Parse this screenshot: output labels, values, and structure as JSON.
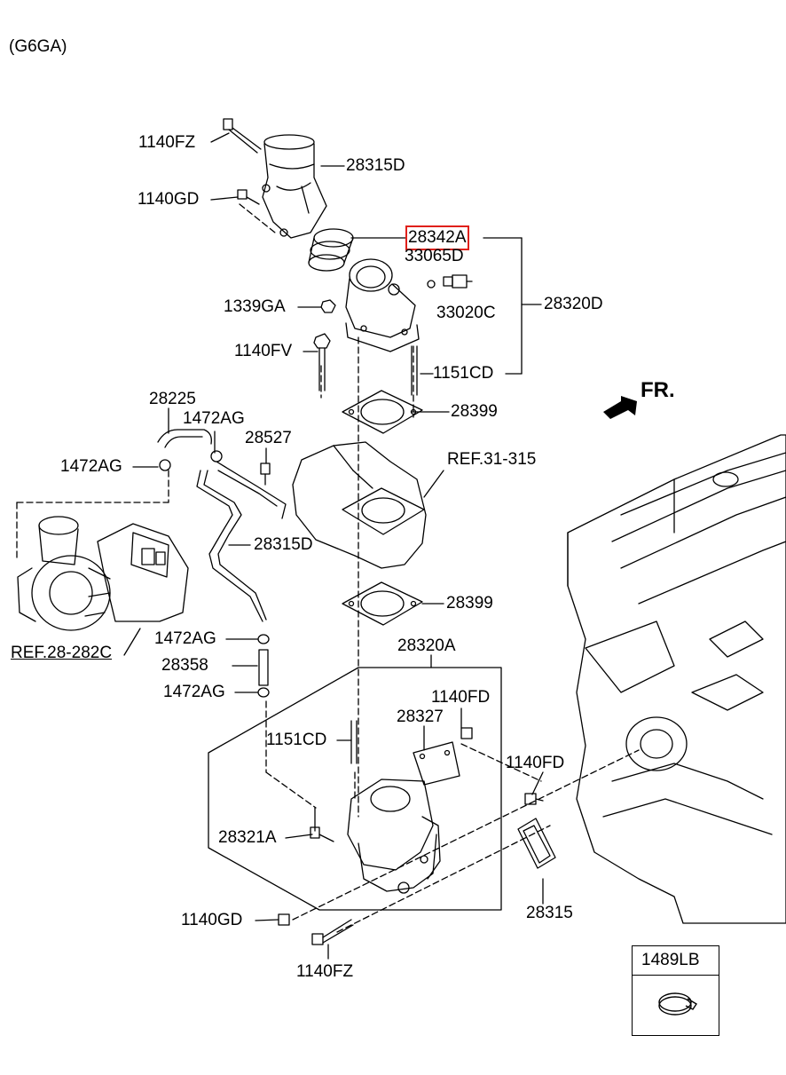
{
  "engine_code": "(G6GA)",
  "direction": "FR.",
  "highlight_color": "#e0201a",
  "labels": {
    "l_1140FZ_top": "1140FZ",
    "l_28315D_top": "28315D",
    "l_1140GD_top": "1140GD",
    "l_28342A": "28342A",
    "l_33065D": "33065D",
    "l_1339GA": "1339GA",
    "l_33020C": "33020C",
    "l_28320D": "28320D",
    "l_1140FV": "1140FV",
    "l_1151CD_top": "1151CD",
    "l_28225": "28225",
    "l_28399_top": "28399",
    "l_1472AG_a": "1472AG",
    "l_28527": "28527",
    "l_1472AG_b": "1472AG",
    "l_REF31": "REF.31-315",
    "l_28315D_mid": "28315D",
    "l_28399_mid": "28399",
    "l_1472AG_c": "1472AG",
    "l_REF28": "REF.28-282C",
    "l_28358": "28358",
    "l_28320A": "28320A",
    "l_1472AG_d": "1472AG",
    "l_1140FD_a": "1140FD",
    "l_28327": "28327",
    "l_1151CD_bot": "1151CD",
    "l_1140FD_b": "1140FD",
    "l_28321A": "28321A",
    "l_28315": "28315",
    "l_1140GD_bot": "1140GD",
    "l_1140FZ_bot": "1140FZ",
    "l_1489LB": "1489LB"
  }
}
